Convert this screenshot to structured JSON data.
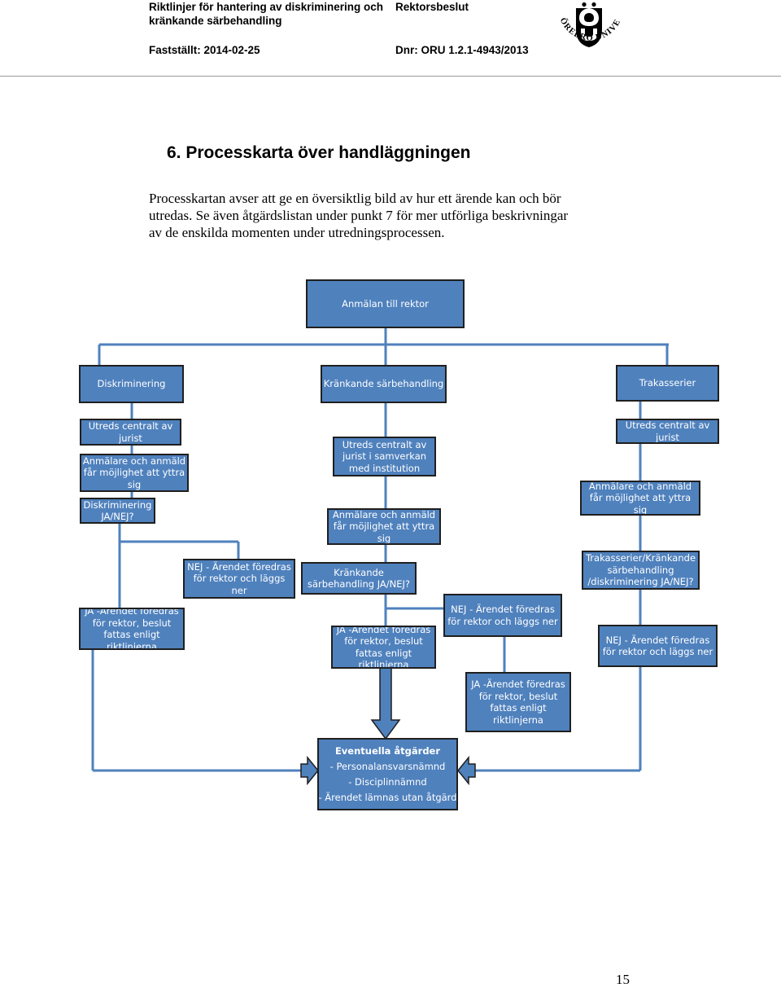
{
  "header": {
    "title_line1": "Riktlinjer för hantering av diskriminering och",
    "title_line2": "kränkande särbehandling",
    "doc_type": "Rektorsbeslut",
    "established": "Fastställt: 2014-02-25",
    "reference": "Dnr: ORU 1.2.1-4943/2013",
    "logo_text": "ÖREBRO UNIVERSITET"
  },
  "section_heading": "6. Processkarta över handläggningen",
  "intro_lines": [
    "Processkartan avser att ge en översiktlig bild av hur ett ärende kan och bör",
    "utredas. Se även åtgärdslistan under punkt 7 för mer utförliga beskrivningar",
    "av de enskilda momenten under utredningsprocessen."
  ],
  "flowchart": {
    "top": "Anmälan till rektor",
    "categories": {
      "discrimination": "Diskriminering",
      "offensive_treatment": "Kränkande särbehandling",
      "harassment": "Trakasserier"
    },
    "discrimination_branch": {
      "investigate": "Utreds centralt av jurist",
      "hearing": "Anmälare och anmäld får möjlighet att yttra sig",
      "decision": "Diskriminering JA/NEJ?",
      "no": "NEJ - Ärendet föredras för rektor och läggs ner",
      "yes": "JA -Ärendet föredras för rektor, beslut fattas enligt riktlinjerna"
    },
    "offensive_branch": {
      "investigate": "Utreds centralt av jurist i samverkan med institution",
      "hearing": "Anmälare och anmäld får möjlighet att yttra sig",
      "decision": "Kränkande särbehandling JA/NEJ?",
      "yes": "JA -Ärendet föredras för rektor, beslut fattas enligt riktlinjerna",
      "no": "NEJ - Ärendet föredras för rektor och läggs ner"
    },
    "harassment_branch": {
      "investigate": "Utreds centralt av jurist",
      "hearing": "Anmälare och anmäld får möjlighet att yttra sig",
      "decision": "Trakasserier/Kränkande särbehandling /diskriminering JA/NEJ?",
      "yes": "JA -Ärendet föredras för rektor, beslut fattas enligt riktlinjerna",
      "no": "NEJ - Ärendet föredras för rektor och läggs ner"
    },
    "measures": {
      "title": "Eventuella åtgärder",
      "items": [
        "- Personalansvarsnämnd",
        "- Disciplinnämnd",
        "- Ärendet lämnas utan åtgärd"
      ]
    }
  },
  "page_number": "15",
  "colors": {
    "box_fill": "#4f81bd",
    "box_border": "#1f1f1f",
    "connector": "#4f81bd",
    "box_text": "#ffffff"
  }
}
